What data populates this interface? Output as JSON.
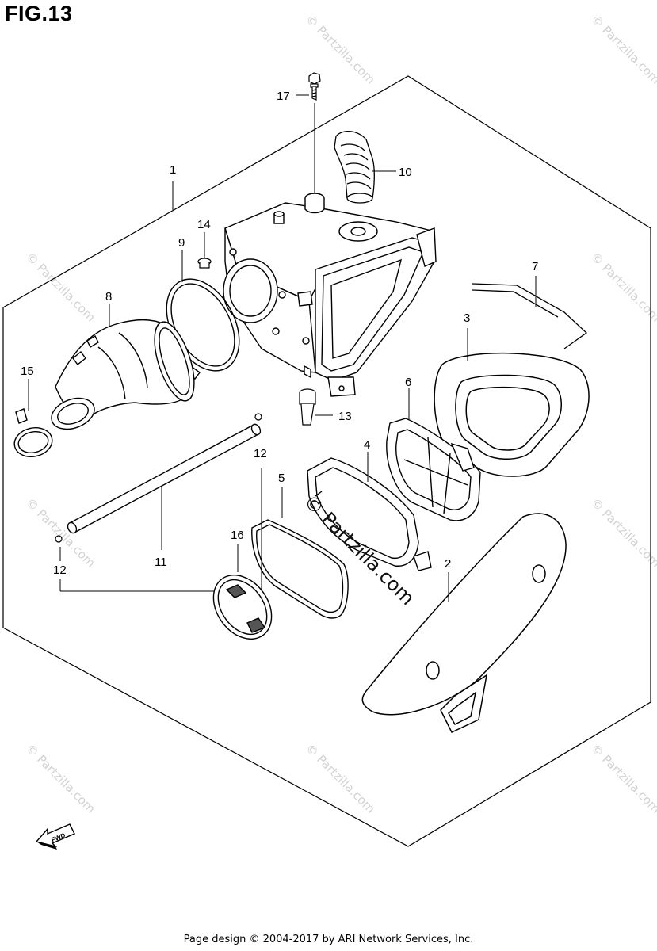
{
  "figure_title": "FIG.13",
  "callouts": {
    "c1": "1",
    "c2": "2",
    "c3": "3",
    "c4": "4",
    "c5": "5",
    "c6": "6",
    "c7": "7",
    "c8": "8",
    "c9": "9",
    "c10": "10",
    "c11": "11",
    "c12a": "12",
    "c12b": "12",
    "c13": "13",
    "c14": "14",
    "c15": "15",
    "c16": "16",
    "c17": "17"
  },
  "fwd_arrow_label": "FWD",
  "watermark": {
    "tile": "© Partzilla.com",
    "center": "© Partzilla.com"
  },
  "footer": "Page design © 2004-2017 by ARI Network Services, Inc."
}
